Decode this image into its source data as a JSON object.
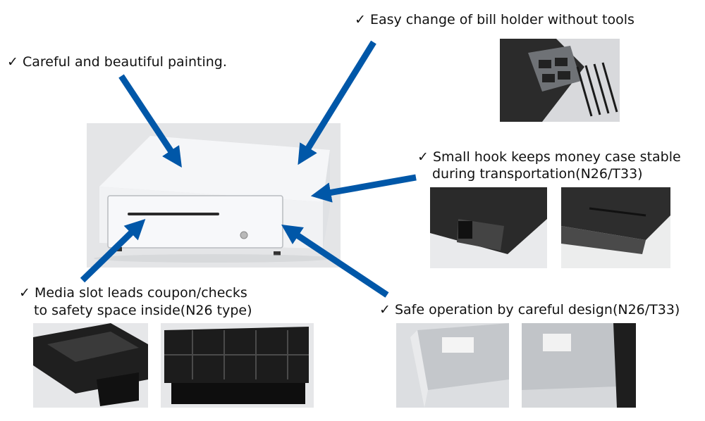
{
  "captions": {
    "bill_holder": "✓ Easy change of bill holder without tools",
    "painting": "✓ Careful and beautiful painting.",
    "hook_line1": "✓ Small hook keeps money case stable",
    "hook_line2": "during transportation(N26/T33)",
    "media_line1": "✓ Media slot leads coupon/checks",
    "media_line2": "to safety space inside(N26 type)",
    "safe": "✓ Safe operation by careful design(N26/T33)"
  },
  "colors": {
    "arrow": "#0057a8",
    "drawer_body": "#f3f4f6",
    "tray": "#1c1c1c",
    "metal": "#c9ccd0"
  }
}
